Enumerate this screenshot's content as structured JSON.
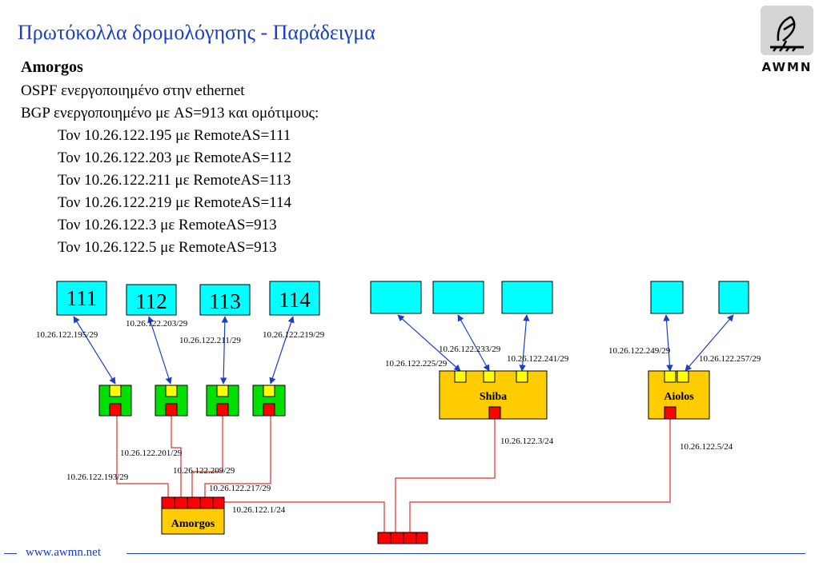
{
  "title": "Πρωτόκολλα δρομολόγησης - Παράδειγμα",
  "subtitle": "Amorgos",
  "lines": [
    "OSPF ενεργοποιημένο στην ethernet",
    "BGP ενεργοποιημένο με AS=913 και ομότιμους:",
    "Τον 10.26.122.195 με RemoteAS=111",
    "Τον 10.26.122.203 με RemoteAS=112",
    "Τον 10.26.122.211 με RemoteAS=113",
    "Τον 10.26.122.219 με RemoteAS=114",
    "Τον 10.26.122.3 με RemoteAS=913",
    "Τον 10.26.122.5 με RemoteAS=913"
  ],
  "logo": {
    "text": "AWMN",
    "icon": "antenna-dish-icon"
  },
  "diagram": {
    "as_boxes": [
      "111",
      "112",
      "113",
      "114"
    ],
    "routers": {
      "amorgos": "Amorgos",
      "shiba": "Shiba",
      "aiolos": "Aiolos"
    },
    "labels": {
      "as111": "10.26.122.195/29",
      "as112": "10.26.122.203/29",
      "as113": "10.26.122.211/29",
      "as114": "10.26.122.219/29",
      "shiba_a": "10.26.122.225/29",
      "shiba_b": "10.26.122.233/29",
      "shiba_c": "10.26.122.241/29",
      "aiolos_a": "10.26.122.249/29",
      "aiolos_b": "10.26.122.257/29",
      "shiba_eth": "10.26.122.3/24",
      "aiolos_eth": "10.26.122.5/24",
      "amorgos_201": "10.26.122.201/29",
      "amorgos_193": "10.26.122.193/29",
      "amorgos_209": "10.26.122.209/29",
      "amorgos_217": "10.26.122.217/29",
      "amorgos_eth": "10.26.122.1/24"
    },
    "colors": {
      "cyan": "#00ffff",
      "green": "#00e000",
      "yellow": "#ffff00",
      "red": "#ff0000",
      "router": "#ffcc00",
      "link_blue": "#1a3ec8",
      "link_red": "#e03030"
    }
  },
  "footer": {
    "url": "www.awmn.net"
  }
}
